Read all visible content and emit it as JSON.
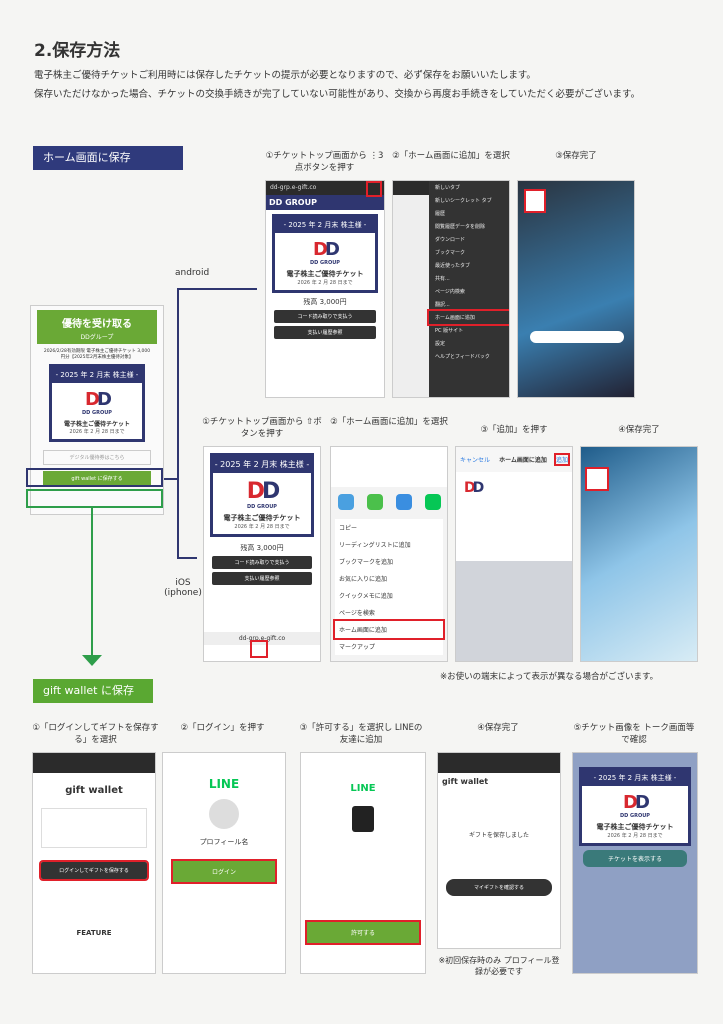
{
  "title": "2.保存方法",
  "intro": [
    "電子株主ご優待チケットご利用時には保存したチケットの提示が必要となりますので、必ず保存をお願いいたします。",
    "保存いただけなかった場合、チケットの交換手続きが完了していない可能性があり、交換から再度お手続きをしていただく必要がございます。"
  ],
  "home_section": {
    "label": "ホーム画面に保存",
    "android_label": "android",
    "ios_label": "iOS\n(iphone)",
    "android_steps": [
      "①チケットトップ画面から ⋮3点ボタンを押す",
      "②「ホーム画面に追加」を選択",
      "③保存完了"
    ],
    "ios_steps": [
      "①チケットトップ画面から ⇧ボタンを押す",
      "②「ホーム画面に追加」を選択",
      "③「追加」を押す",
      "④保存完了"
    ],
    "note": "※お使いの端末によって表示が異なる場合がございます。"
  },
  "card": {
    "header": "優待を受け取る",
    "company": "DDグループ",
    "desc": "2026/2/28有効期限 電子株主ご優待チケット 3,000円分【2025年2月末株主優待対象】",
    "digital_button": "デジタル優待券はこちら",
    "wallet_button": "gift wallet に保存する"
  },
  "ticket": {
    "header": "- 2025 年 2 月末 株主様 -",
    "brand": "DD GROUP",
    "name": "電子株主ご優待チケット",
    "expiry": "2026 年 2 月 28 日まで",
    "price": "残高 3,000円",
    "btn1": "コード読み取りで支払う",
    "btn2": "支払い履歴参照",
    "url": "dd-grp.e-gift.co"
  },
  "android_menu": [
    "新しいタブ",
    "新しいシークレット タブ",
    "履歴",
    "閲覧履歴データを削除",
    "ダウンロード",
    "ブックマーク",
    "最近使ったタブ",
    "共有...",
    "ページ内検索",
    "翻訳...",
    "ホーム画面に追加",
    "PC 版サイト",
    "設定",
    "ヘルプとフィードバック"
  ],
  "ios_menu": [
    "コピー",
    "リーディングリストに追加",
    "ブックマークを追加",
    "お気に入りに追加",
    "クイックメモに追加",
    "ページを検索",
    "ホーム画面に追加",
    "マークアップ"
  ],
  "ios_add": {
    "cancel": "キャンセル",
    "title": "ホーム画面に追加",
    "add": "追加"
  },
  "wallet_section": {
    "label": "gift wallet に保存",
    "steps": [
      "①「ログインしてギフトを保存する」を選択",
      "②「ログイン」を押す",
      "③「許可する」を選択し LINEの友達に追加",
      "④保存完了",
      "⑤チケット画像を トーク画面等で確認"
    ],
    "note": "※初回保存時のみ プロフィール登録が必要です",
    "gw_brand": "gift wallet",
    "gw_login": "ログインしてギフトを保存する",
    "line": "LINE",
    "profile": "プロフィール名",
    "login": "ログイン",
    "allow": "許可する",
    "saved": "ギフトを保存しました",
    "confirm": "マイギフトを確認する",
    "show_ticket": "チケットを表示する",
    "feature": "FEATURE"
  }
}
